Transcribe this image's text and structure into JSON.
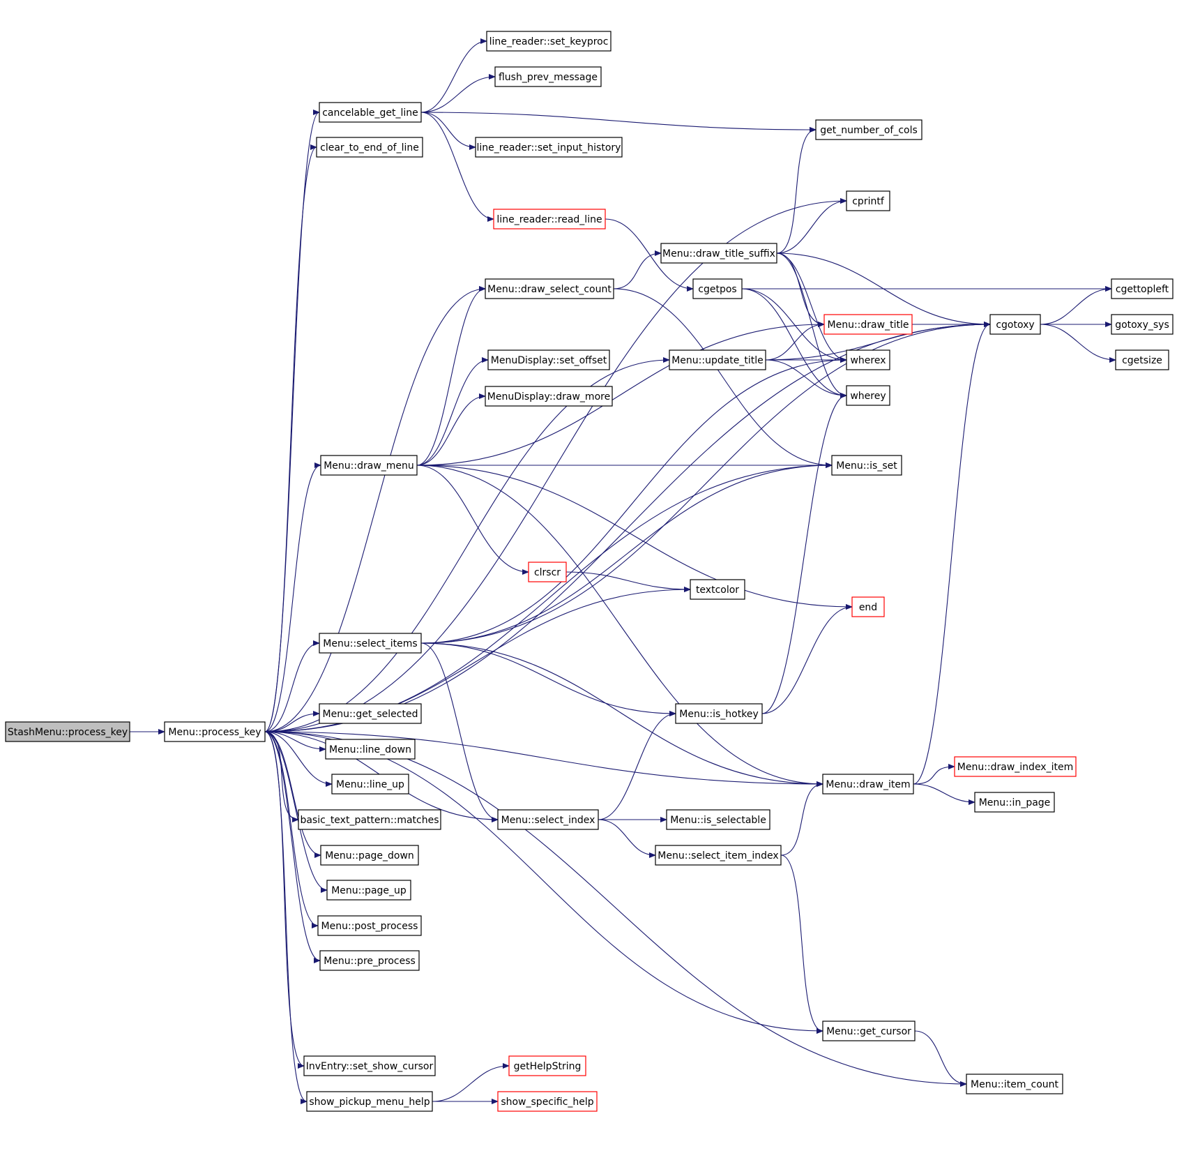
{
  "colors": {
    "edge": "#191970",
    "node_border": "#000000",
    "node_border_truncated": "#ff0000",
    "root_fill": "#bfbfbf",
    "node_fill": "#ffffff"
  },
  "nodes": [
    {
      "id": "stashmenu_process_key",
      "label": "StashMenu::process_key",
      "kind": "root"
    },
    {
      "id": "menu_process_key",
      "label": "Menu::process_key",
      "kind": "normal"
    },
    {
      "id": "set_keyproc",
      "label": "line_reader::set_keyproc",
      "kind": "normal"
    },
    {
      "id": "flush_prev_message",
      "label": "flush_prev_message",
      "kind": "normal"
    },
    {
      "id": "cancelable_get_line",
      "label": "cancelable_get_line",
      "kind": "normal"
    },
    {
      "id": "get_number_of_cols",
      "label": "get_number_of_cols",
      "kind": "normal"
    },
    {
      "id": "clear_to_end_of_line",
      "label": "clear_to_end_of_line",
      "kind": "normal"
    },
    {
      "id": "set_input_history",
      "label": "line_reader::set_input_history",
      "kind": "normal"
    },
    {
      "id": "cprintf",
      "label": "cprintf",
      "kind": "normal"
    },
    {
      "id": "read_line",
      "label": "line_reader::read_line",
      "kind": "truncated"
    },
    {
      "id": "draw_title_suffix",
      "label": "Menu::draw_title_suffix",
      "kind": "normal"
    },
    {
      "id": "draw_select_count",
      "label": "Menu::draw_select_count",
      "kind": "normal"
    },
    {
      "id": "cgetpos",
      "label": "cgetpos",
      "kind": "normal"
    },
    {
      "id": "cgettopleft",
      "label": "cgettopleft",
      "kind": "normal"
    },
    {
      "id": "draw_title",
      "label": "Menu::draw_title",
      "kind": "truncated"
    },
    {
      "id": "cgotoxy",
      "label": "cgotoxy",
      "kind": "normal"
    },
    {
      "id": "gotoxy_sys",
      "label": "gotoxy_sys",
      "kind": "normal"
    },
    {
      "id": "set_offset",
      "label": "MenuDisplay::set_offset",
      "kind": "normal"
    },
    {
      "id": "update_title",
      "label": "Menu::update_title",
      "kind": "normal"
    },
    {
      "id": "wherex",
      "label": "wherex",
      "kind": "normal"
    },
    {
      "id": "cgetsize",
      "label": "cgetsize",
      "kind": "normal"
    },
    {
      "id": "draw_more",
      "label": "MenuDisplay::draw_more",
      "kind": "normal"
    },
    {
      "id": "wherey",
      "label": "wherey",
      "kind": "normal"
    },
    {
      "id": "draw_menu",
      "label": "Menu::draw_menu",
      "kind": "normal"
    },
    {
      "id": "is_set",
      "label": "Menu::is_set",
      "kind": "normal"
    },
    {
      "id": "clrscr",
      "label": "clrscr",
      "kind": "truncated"
    },
    {
      "id": "textcolor",
      "label": "textcolor",
      "kind": "normal"
    },
    {
      "id": "end",
      "label": "end",
      "kind": "truncated"
    },
    {
      "id": "select_items",
      "label": "Menu::select_items",
      "kind": "normal"
    },
    {
      "id": "get_selected",
      "label": "Menu::get_selected",
      "kind": "normal"
    },
    {
      "id": "is_hotkey",
      "label": "Menu::is_hotkey",
      "kind": "normal"
    },
    {
      "id": "line_down",
      "label": "Menu::line_down",
      "kind": "normal"
    },
    {
      "id": "draw_index_item",
      "label": "Menu::draw_index_item",
      "kind": "truncated"
    },
    {
      "id": "line_up",
      "label": "Menu::line_up",
      "kind": "normal"
    },
    {
      "id": "draw_item",
      "label": "Menu::draw_item",
      "kind": "normal"
    },
    {
      "id": "in_page",
      "label": "Menu::in_page",
      "kind": "normal"
    },
    {
      "id": "matches",
      "label": "basic_text_pattern::matches",
      "kind": "normal"
    },
    {
      "id": "select_index",
      "label": "Menu::select_index",
      "kind": "normal"
    },
    {
      "id": "is_selectable",
      "label": "Menu::is_selectable",
      "kind": "normal"
    },
    {
      "id": "page_down",
      "label": "Menu::page_down",
      "kind": "normal"
    },
    {
      "id": "select_item_index",
      "label": "Menu::select_item_index",
      "kind": "normal"
    },
    {
      "id": "page_up",
      "label": "Menu::page_up",
      "kind": "normal"
    },
    {
      "id": "post_process",
      "label": "Menu::post_process",
      "kind": "normal"
    },
    {
      "id": "pre_process",
      "label": "Menu::pre_process",
      "kind": "normal"
    },
    {
      "id": "get_cursor",
      "label": "Menu::get_cursor",
      "kind": "normal"
    },
    {
      "id": "set_show_cursor",
      "label": "InvEntry::set_show_cursor",
      "kind": "normal"
    },
    {
      "id": "getHelpString",
      "label": "getHelpString",
      "kind": "truncated"
    },
    {
      "id": "item_count",
      "label": "Menu::item_count",
      "kind": "normal"
    },
    {
      "id": "show_pickup_menu_help",
      "label": "show_pickup_menu_help",
      "kind": "normal"
    },
    {
      "id": "show_specific_help",
      "label": "show_specific_help",
      "kind": "truncated"
    }
  ],
  "edges": [
    [
      "stashmenu_process_key",
      "menu_process_key"
    ],
    [
      "menu_process_key",
      "cancelable_get_line"
    ],
    [
      "menu_process_key",
      "clear_to_end_of_line"
    ],
    [
      "menu_process_key",
      "cprintf"
    ],
    [
      "menu_process_key",
      "draw_select_count"
    ],
    [
      "menu_process_key",
      "update_title"
    ],
    [
      "menu_process_key",
      "is_set"
    ],
    [
      "menu_process_key",
      "draw_menu"
    ],
    [
      "menu_process_key",
      "textcolor"
    ],
    [
      "menu_process_key",
      "select_items"
    ],
    [
      "menu_process_key",
      "get_selected"
    ],
    [
      "menu_process_key",
      "line_down"
    ],
    [
      "menu_process_key",
      "line_up"
    ],
    [
      "menu_process_key",
      "matches"
    ],
    [
      "menu_process_key",
      "page_down"
    ],
    [
      "menu_process_key",
      "page_up"
    ],
    [
      "menu_process_key",
      "post_process"
    ],
    [
      "menu_process_key",
      "pre_process"
    ],
    [
      "menu_process_key",
      "select_index"
    ],
    [
      "menu_process_key",
      "get_cursor"
    ],
    [
      "menu_process_key",
      "set_show_cursor"
    ],
    [
      "menu_process_key",
      "show_pickup_menu_help"
    ],
    [
      "menu_process_key",
      "item_count"
    ],
    [
      "menu_process_key",
      "cgotoxy"
    ],
    [
      "menu_process_key",
      "draw_item"
    ],
    [
      "cancelable_get_line",
      "set_keyproc"
    ],
    [
      "cancelable_get_line",
      "flush_prev_message"
    ],
    [
      "cancelable_get_line",
      "get_number_of_cols"
    ],
    [
      "cancelable_get_line",
      "set_input_history"
    ],
    [
      "cancelable_get_line",
      "read_line"
    ],
    [
      "read_line",
      "cgetpos"
    ],
    [
      "draw_title_suffix",
      "get_number_of_cols"
    ],
    [
      "draw_title_suffix",
      "cprintf"
    ],
    [
      "draw_title_suffix",
      "draw_title"
    ],
    [
      "draw_title_suffix",
      "cgotoxy"
    ],
    [
      "draw_title_suffix",
      "wherex"
    ],
    [
      "draw_title_suffix",
      "wherey"
    ],
    [
      "draw_select_count",
      "draw_title_suffix"
    ],
    [
      "draw_select_count",
      "is_set"
    ],
    [
      "cgetpos",
      "cgettopleft"
    ],
    [
      "cgetpos",
      "wherex"
    ],
    [
      "cgetpos",
      "wherey"
    ],
    [
      "draw_title",
      "cgotoxy"
    ],
    [
      "cgotoxy",
      "cgettopleft"
    ],
    [
      "cgotoxy",
      "gotoxy_sys"
    ],
    [
      "cgotoxy",
      "cgetsize"
    ],
    [
      "update_title",
      "draw_title"
    ],
    [
      "update_title",
      "wherex"
    ],
    [
      "update_title",
      "wherey"
    ],
    [
      "update_title",
      "cgotoxy"
    ],
    [
      "draw_menu",
      "draw_select_count"
    ],
    [
      "draw_menu",
      "set_offset"
    ],
    [
      "draw_menu",
      "draw_more"
    ],
    [
      "draw_menu",
      "draw_title"
    ],
    [
      "draw_menu",
      "is_set"
    ],
    [
      "draw_menu",
      "end"
    ],
    [
      "draw_menu",
      "draw_item"
    ],
    [
      "draw_menu",
      "clrscr"
    ],
    [
      "clrscr",
      "textcolor"
    ],
    [
      "select_items",
      "wherex"
    ],
    [
      "select_items",
      "is_set"
    ],
    [
      "select_items",
      "is_hotkey"
    ],
    [
      "select_items",
      "cgotoxy"
    ],
    [
      "select_items",
      "draw_item"
    ],
    [
      "select_items",
      "select_index"
    ],
    [
      "is_hotkey",
      "wherey"
    ],
    [
      "is_hotkey",
      "end"
    ],
    [
      "draw_item",
      "cgotoxy"
    ],
    [
      "draw_item",
      "draw_index_item"
    ],
    [
      "draw_item",
      "in_page"
    ],
    [
      "select_index",
      "is_hotkey"
    ],
    [
      "select_index",
      "is_selectable"
    ],
    [
      "select_index",
      "select_item_index"
    ],
    [
      "select_item_index",
      "draw_item"
    ],
    [
      "select_item_index",
      "get_cursor"
    ],
    [
      "get_cursor",
      "item_count"
    ],
    [
      "show_pickup_menu_help",
      "getHelpString"
    ],
    [
      "show_pickup_menu_help",
      "show_specific_help"
    ]
  ]
}
